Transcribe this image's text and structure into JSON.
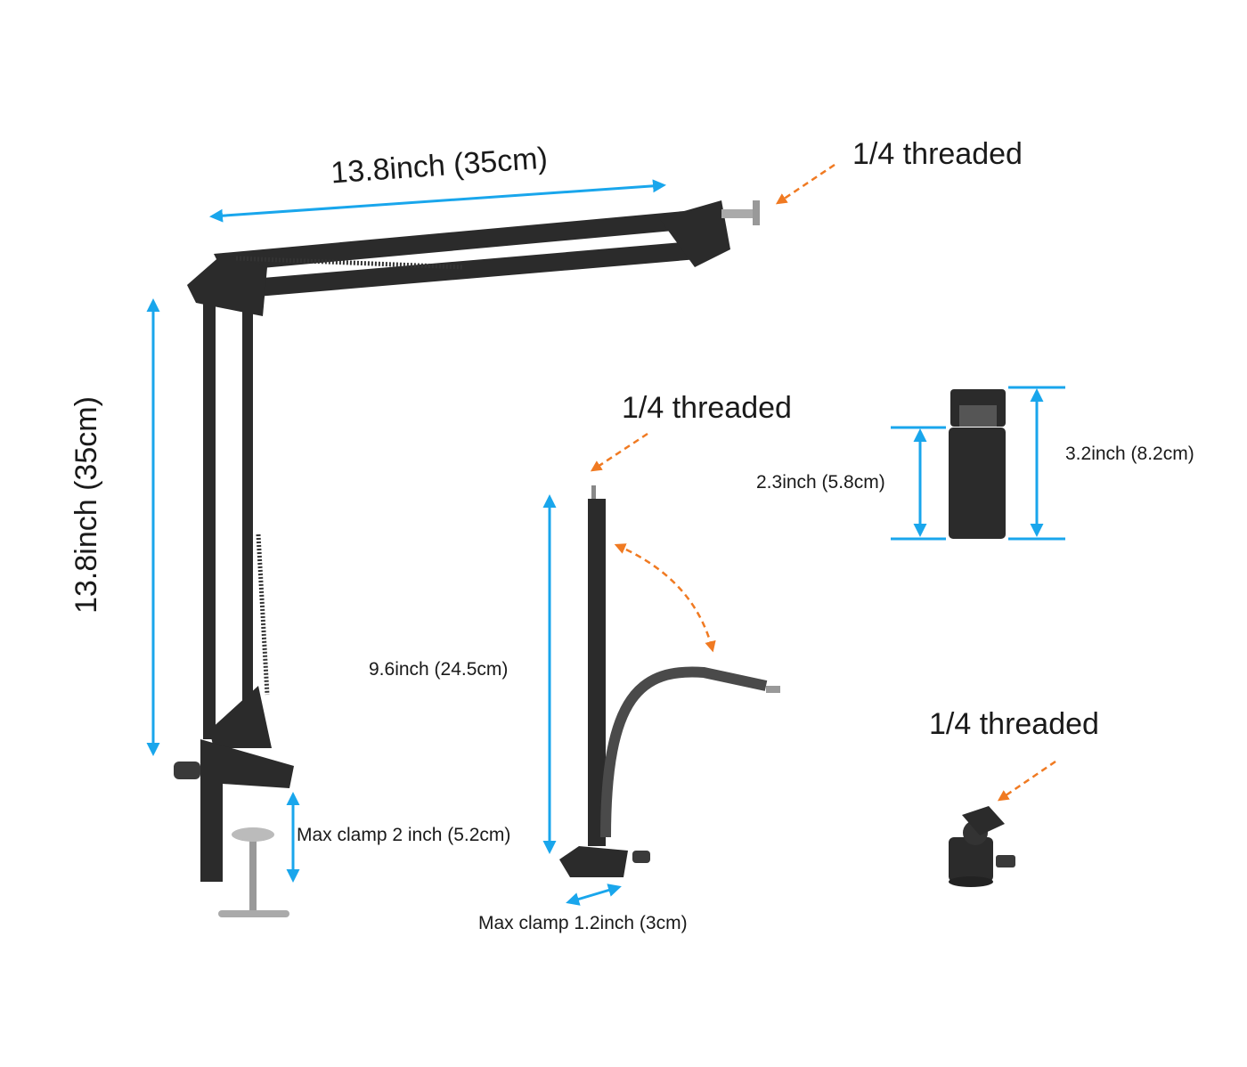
{
  "colors": {
    "dimension": "#19a6ec",
    "pointer": "#f07a22",
    "product": "#2b2b2b"
  },
  "boom_arm": {
    "arm_length_label": "13.8inch (35cm)",
    "arm_height_label": "13.8inch (35cm)",
    "thread_label": "1/4 threaded",
    "clamp_label": "Max clamp 2 inch (5.2cm)"
  },
  "gooseneck": {
    "thread_label": "1/4 threaded",
    "height_label": "9.6inch (24.5cm)",
    "clamp_label": "Max clamp 1.2inch (3cm)"
  },
  "phone_holder": {
    "min_label": "2.3inch (5.8cm)",
    "max_label": "3.2inch (8.2cm)"
  },
  "ball_head": {
    "thread_label": "1/4 threaded"
  }
}
